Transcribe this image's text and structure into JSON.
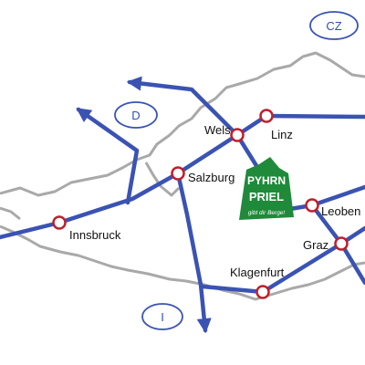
{
  "colors": {
    "route": "#3a53b3",
    "city_ring": "#c0202a",
    "border": "#a9a9a9",
    "badge": "#3a53b3",
    "logo_green": "#1f8a3a"
  },
  "cities": [
    {
      "id": "wels",
      "label": "Wels"
    },
    {
      "id": "linz",
      "label": "Linz"
    },
    {
      "id": "salzburg",
      "label": "Salzburg"
    },
    {
      "id": "innsbruck",
      "label": "Innsbruck"
    },
    {
      "id": "leoben",
      "label": "Leoben"
    },
    {
      "id": "graz",
      "label": "Graz"
    },
    {
      "id": "klagenfurt",
      "label": "Klagenfurt"
    }
  ],
  "countries": [
    {
      "id": "cz",
      "label": "CZ"
    },
    {
      "id": "d",
      "label": "D"
    },
    {
      "id": "i",
      "label": "I"
    }
  ],
  "logo": {
    "line1": "PYHRN",
    "line2": "PRIEL",
    "slogan": "gibt dir Berge!"
  }
}
